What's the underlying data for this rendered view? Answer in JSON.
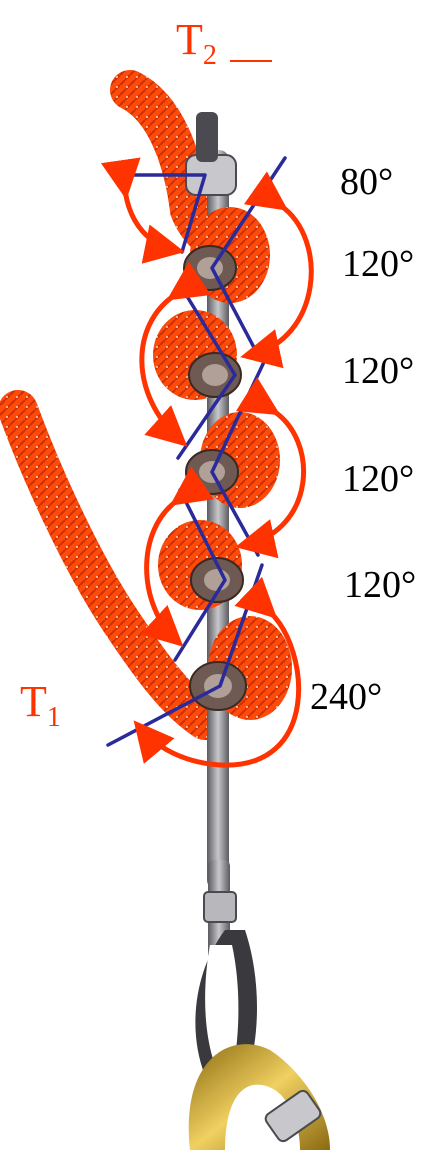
{
  "labels": {
    "t2": {
      "letter": "T",
      "sub": "2"
    },
    "t1": {
      "letter": "T",
      "sub": "1"
    }
  },
  "angles": [
    "80°",
    "120°",
    "120°",
    "120°",
    "120°",
    "240°"
  ],
  "colors": {
    "rope": "#ff4a0a",
    "rope_dark": "#c8300a",
    "rope_fleck": "#ffd9c0",
    "arrow": "#ff3300",
    "wrap_line": "#2a2a9a",
    "rod": "#8a8a90",
    "steel_dark": "#4a4a50",
    "bushing": "#6e5a52",
    "carabiner": "#3a3a3e",
    "gold": "#c8a020"
  },
  "icons": [
    "rope-icon",
    "rappel-rack-icon",
    "carabiner-icon",
    "curved-arrow-icon"
  ]
}
